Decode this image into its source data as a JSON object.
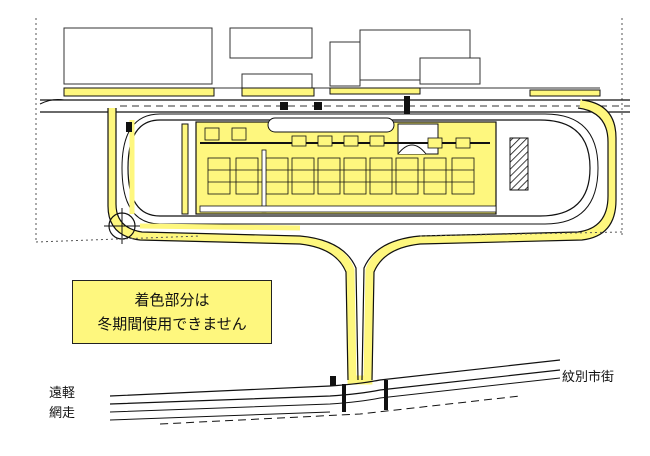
{
  "notice": {
    "line1": "着色部分は",
    "line2": "冬期間使用できません"
  },
  "places": {
    "left_upper": "遠軽",
    "left_lower": "網走",
    "right": "紋別市街"
  },
  "colors": {
    "winter_closed_fill": "#fef77e",
    "line": "#111111",
    "background": "#ffffff"
  }
}
